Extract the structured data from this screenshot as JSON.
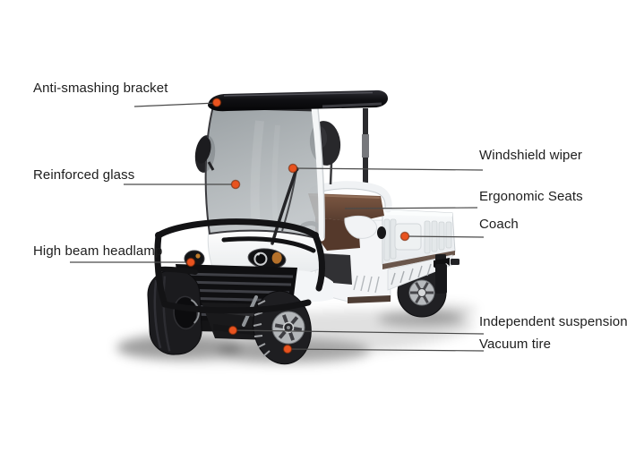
{
  "theme": {
    "background": "#ffffff",
    "text": "#1d1d1d",
    "line": "#4a4a4a",
    "accent": "#e8531f",
    "body": "#f5f6f8",
    "roof": "#151517",
    "seat": "#6e4b38",
    "glass": "#a3a9ad",
    "tire": "#1d1d20",
    "rim": "#b3b6b9"
  },
  "labels": {
    "anti_smashing": "Anti-smashing bracket",
    "reinforced_glass": "Reinforced glass",
    "high_beam": "High beam headlamp",
    "windshield_wiper": "Windshield wiper",
    "ergonomic_seats": "Ergonomic Seats",
    "coach": "Coach",
    "independent_suspension": "Independent suspension",
    "vacuum_tire": "Vacuum tire"
  }
}
